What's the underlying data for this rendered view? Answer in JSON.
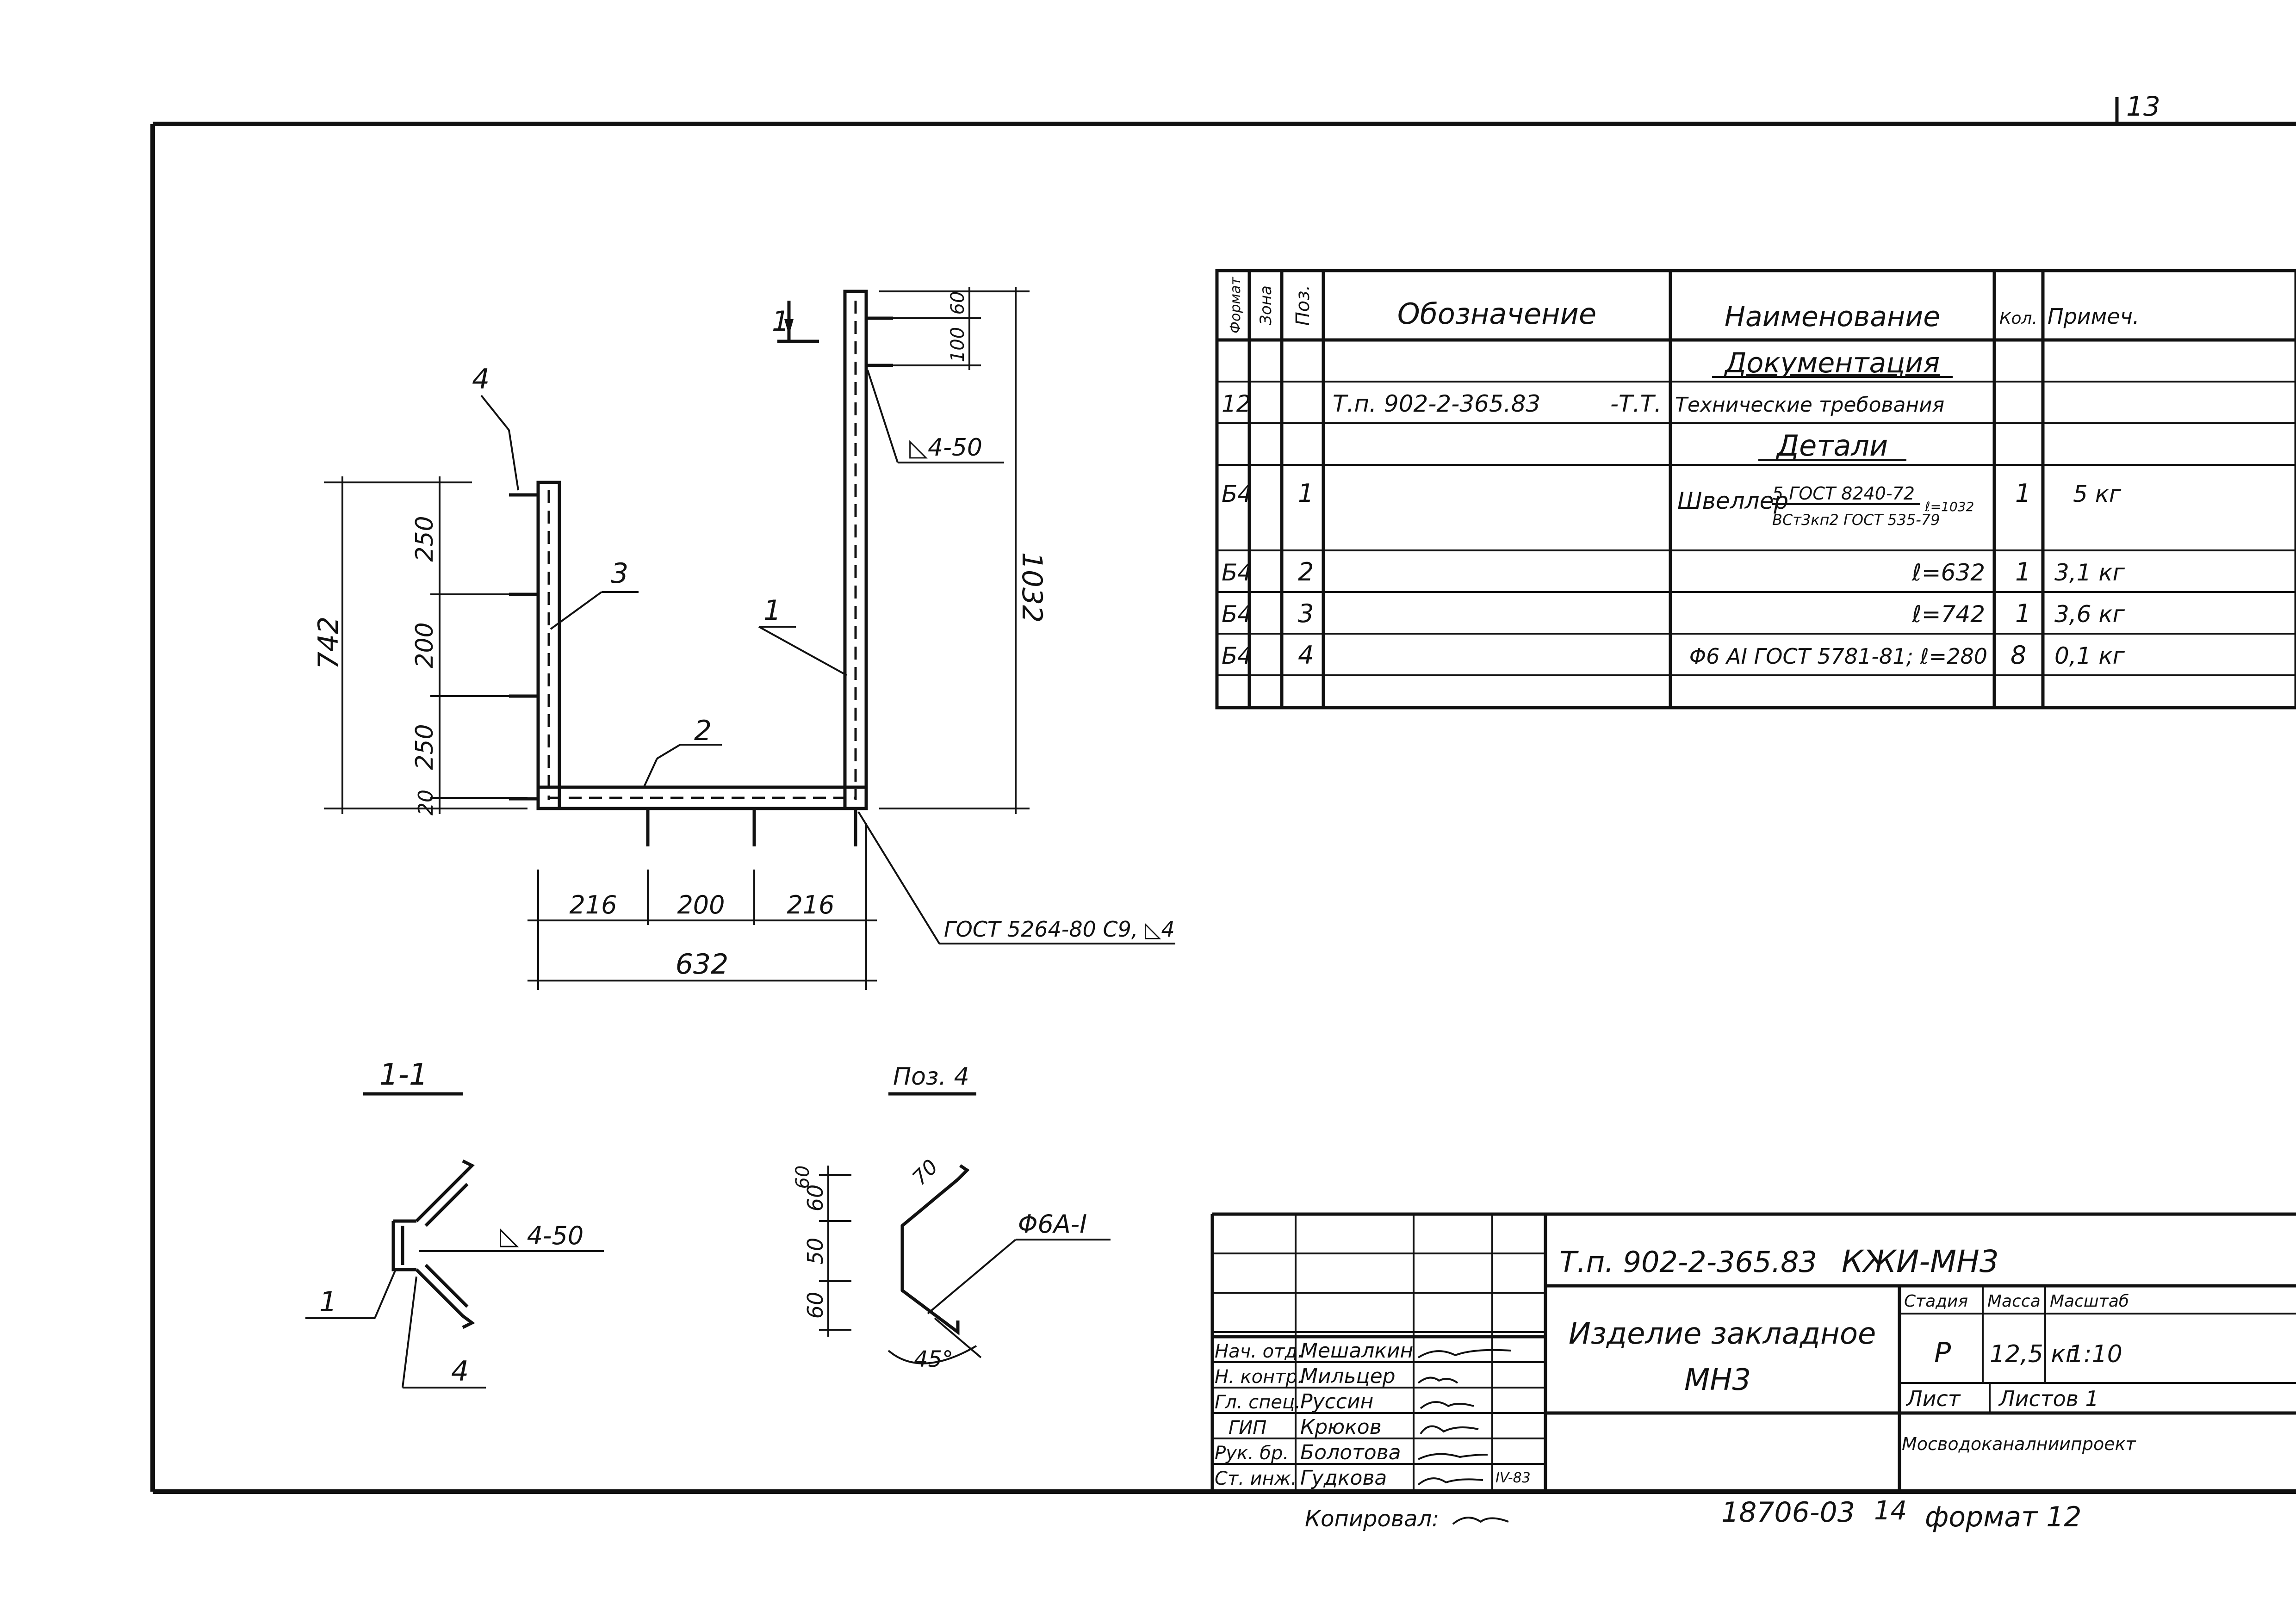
{
  "sheet_number": "13",
  "drawing": {
    "dim_742": "742",
    "dim_1032": "1032",
    "dim_250a": "250",
    "dim_200": "200",
    "dim_250b": "250",
    "dim_20": "20",
    "dim_100": "100",
    "dim_60": "60",
    "dim_216a": "216",
    "dim_200b": "200",
    "dim_216b": "216",
    "dim_632": "632",
    "pos1": "1",
    "pos2": "2",
    "pos3": "3",
    "pos4": "4",
    "weld_top": "◺4-50",
    "weld_corner": "ГОСТ 5264-80 С9, ◺4",
    "section_mark": "1",
    "section_title": "1-1",
    "section_weld": "◺ 4-50",
    "section_pos1": "1",
    "section_pos4": "4",
    "poz4_title": "Поз. 4",
    "poz4_dim1": "60",
    "poz4_dim2": "50",
    "poz4_dim3": "60",
    "poz4_dim4": "60",
    "poz4_dim70": "70",
    "poz4_diam": "Φ6А-I",
    "poz4_angle": "45°"
  },
  "spec": {
    "headers": {
      "format": "Формат",
      "zone": "Зона",
      "pos": "Поз.",
      "designation": "Обозначение",
      "name": "Наименование",
      "qty": "Кол.",
      "note": "Примеч."
    },
    "section_docs": "Документация",
    "section_details": "Детали",
    "rows": [
      {
        "format": "12",
        "pos": "",
        "designation": "Т.п. 902-2-365.83",
        "suffix": "-Т.Т.",
        "name": "Технические требования",
        "qty": "",
        "note": ""
      },
      {
        "format": "Б4",
        "pos": "1",
        "designation": "",
        "suffix": "",
        "name": "Швеллер",
        "name_sup": "5 ГОСТ 8240-72",
        "name_sub": "ВСт3кп2 ГОСТ 535-79",
        "name_len": "ℓ=1032",
        "qty": "1",
        "note": "5 кг"
      },
      {
        "format": "Б4",
        "pos": "2",
        "designation": "",
        "suffix": "",
        "name": "ℓ=632",
        "qty": "1",
        "note": "3,1 кг"
      },
      {
        "format": "Б4",
        "pos": "3",
        "designation": "",
        "suffix": "",
        "name": "ℓ=742",
        "qty": "1",
        "note": "3,6 кг"
      },
      {
        "format": "Б4",
        "pos": "4",
        "designation": "",
        "suffix": "",
        "name": "Φ6 АI ГОСТ 5781-81; ℓ=280",
        "qty": "8",
        "note": "0,1 кг"
      }
    ]
  },
  "title_block": {
    "code": "Т.п. 902-2-365.83",
    "code2": "КЖИ-МН3",
    "title1": "Изделие закладное",
    "title2": "МН3",
    "stage_h": "Стадия",
    "mass_h": "Масса",
    "scale_h": "Масштаб",
    "stage": "Р",
    "mass": "12,5 кг",
    "scale": "1:10",
    "sheet_h": "Лист",
    "sheets_h": "Листов 1",
    "org": "Мосводоканалниипроект",
    "people": [
      {
        "role": "Нач. отд.",
        "name": "Мешалкин"
      },
      {
        "role": "Н. контр.",
        "name": "Мильцер"
      },
      {
        "role": "Гл. спец.",
        "name": "Руссин"
      },
      {
        "role": "ГИП",
        "name": "Крюков"
      },
      {
        "role": "Рук. бр.",
        "name": "Болотова"
      },
      {
        "role": "Ст. инж.",
        "name": "Гудкова"
      }
    ],
    "date": "IV-83"
  },
  "footer": {
    "copied": "Копировал:",
    "order": "18706-03",
    "sheet": "14",
    "format": "формат 12"
  }
}
